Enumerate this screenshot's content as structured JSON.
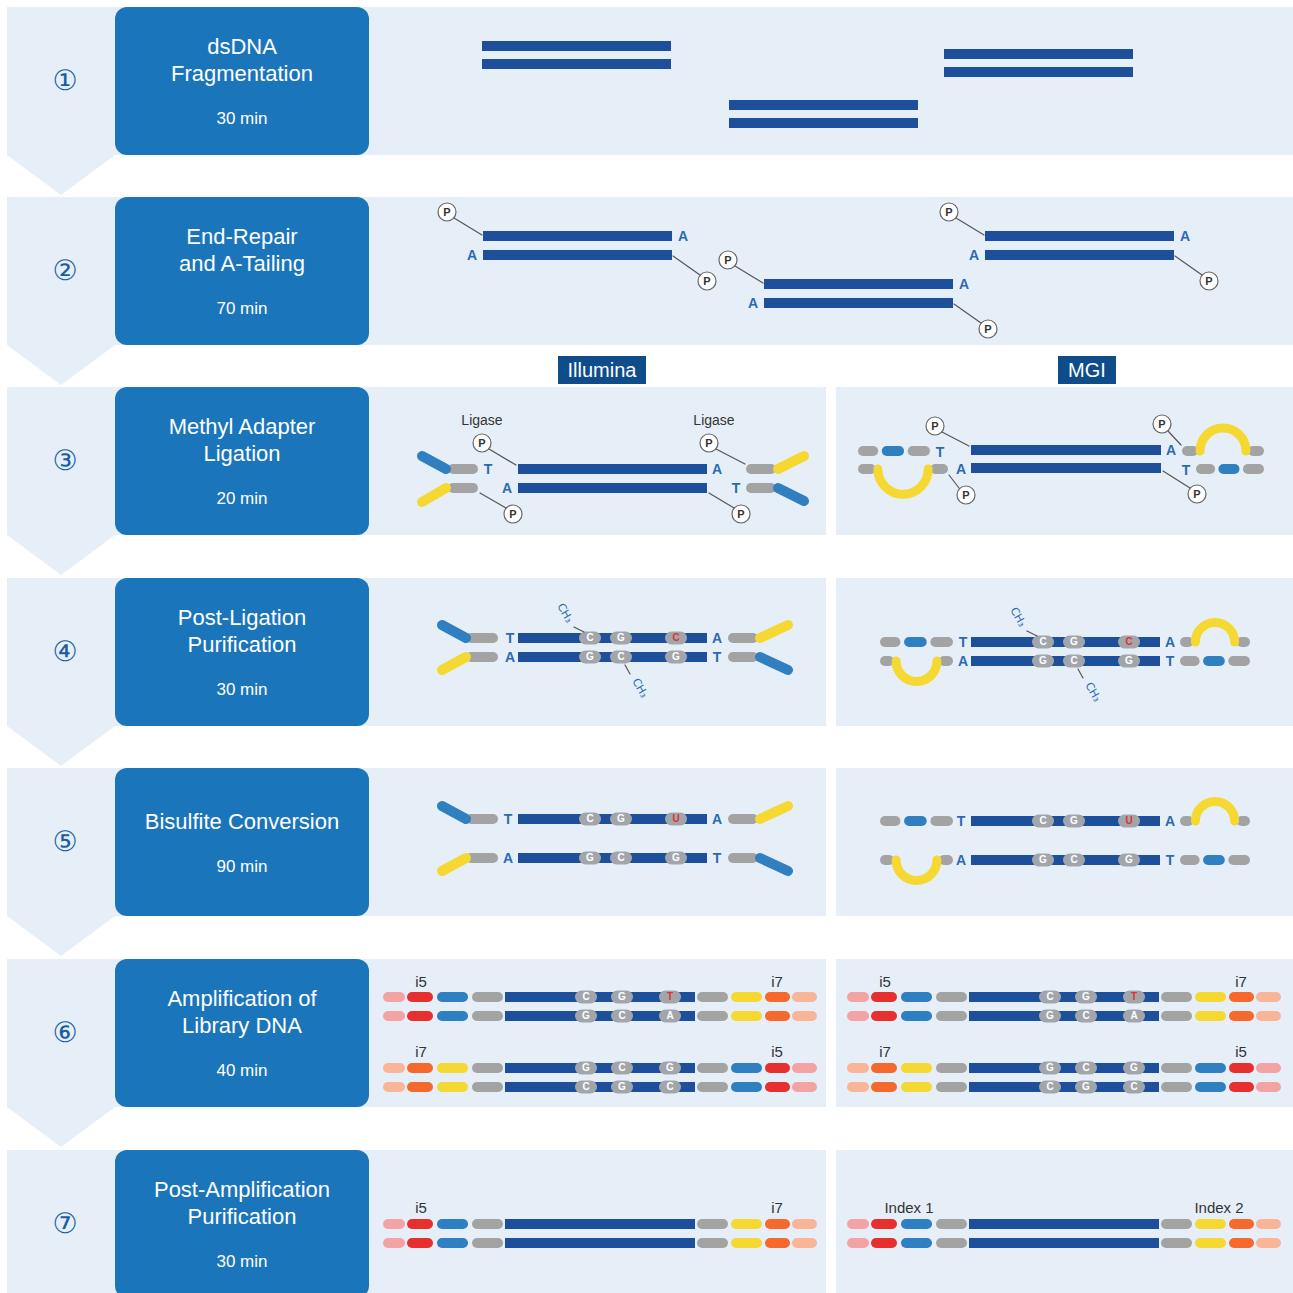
{
  "diagram": {
    "nodes": [
      {
        "text": [
          "dsDNA Fragmentation",
          "30 min"
        ]
      },
      {
        "text": [
          "End-Repair and A-Tailing",
          "70 min"
        ]
      },
      {
        "text": [
          "Illumina"
        ]
      },
      {
        "text": [
          "MGI"
        ]
      },
      {
        "text": [
          "Methyl Adapter Ligation",
          "20 min"
        ]
      },
      {
        "text": [
          "Post-Ligation Purification",
          "30 min"
        ]
      },
      {
        "text": [
          "Bisulfite Conversion",
          "90 min"
        ]
      },
      {
        "text": [
          "Amplification of Library DNA",
          "40 min"
        ]
      },
      {
        "text": [
          "Post-Amplification Purification",
          "30 min"
        ]
      }
    ],
    "labels": [
      "①",
      "②",
      "P",
      "A",
      "A",
      "P",
      "P",
      "A",
      "A",
      "P",
      "P",
      "A",
      "A",
      "P",
      "③",
      "Ligase",
      "Ligase",
      "P",
      "P",
      "T",
      "A",
      "A",
      "T",
      "P",
      "P",
      "P",
      "P",
      "T",
      "A",
      "A",
      "T",
      "P",
      "P",
      "④",
      "CH₃",
      "T",
      "C",
      "G",
      "C",
      "A",
      "A",
      "G",
      "C",
      "G",
      "T",
      "CH₃",
      "CH₃",
      "T",
      "C",
      "G",
      "C",
      "A",
      "A",
      "G",
      "C",
      "G",
      "T",
      "CH₃",
      "⑤",
      "T",
      "C",
      "G",
      "U",
      "A",
      "A",
      "G",
      "C",
      "G",
      "T",
      "T",
      "C",
      "G",
      "U",
      "A",
      "A",
      "G",
      "C",
      "G",
      "T",
      "⑥",
      "i5",
      "i7",
      "C",
      "G",
      "T",
      "G",
      "C",
      "A",
      "i7",
      "i5",
      "G",
      "C",
      "G",
      "C",
      "G",
      "C",
      "i5",
      "i7",
      "C",
      "G",
      "T",
      "G",
      "C",
      "A",
      "i7",
      "i5",
      "G",
      "C",
      "G",
      "C",
      "G",
      "C",
      "⑦",
      "i5",
      "i7",
      "Index 1",
      "Index 2"
    ]
  }
}
